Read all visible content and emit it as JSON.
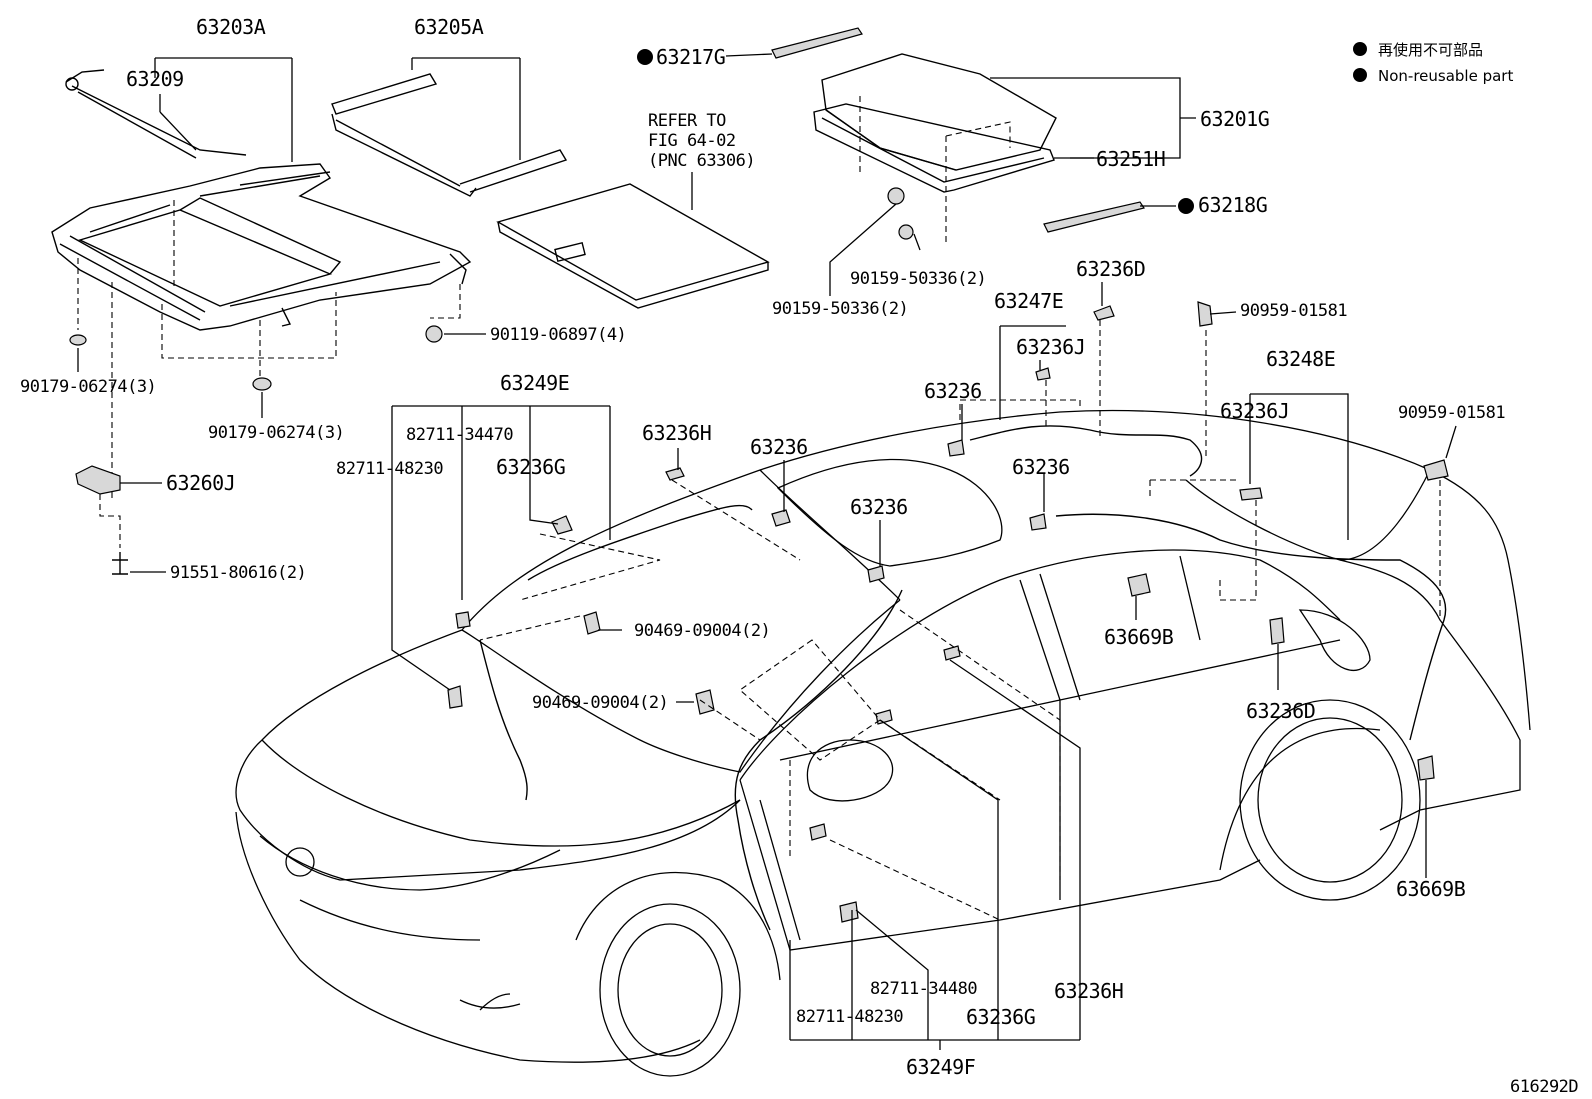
{
  "legend": {
    "line1": "再使用不可部品",
    "line2": "Non-reusable part"
  },
  "figure_id": "616292D",
  "refer": {
    "line1": "REFER TO",
    "line2": "FIG 64-02",
    "line3": "(PNC 63306)"
  },
  "labels": {
    "p63203A": "63203A",
    "p63209": "63209",
    "p63205A": "63205A",
    "p63217G": "63217G",
    "p63201G": "63201G",
    "p63251H": "63251H",
    "p63218G": "63218G",
    "p90159a": "90159-50336(2)",
    "p90159b": "90159-50336(2)",
    "p90119": "90119-06897(4)",
    "p90179a": "90179-06274(3)",
    "p90179b": "90179-06274(3)",
    "p63260J": "63260J",
    "p91551": "91551-80616(2)",
    "p63249E": "63249E",
    "p82711_34470": "82711-34470",
    "p82711_48230a": "82711-48230",
    "p63236G_a": "63236G",
    "p63236H_a": "63236H",
    "p63236_a": "63236",
    "p63236_b": "63236",
    "p63236_c": "63236",
    "p63236_d": "63236",
    "p63247E": "63247E",
    "p63236D_a": "63236D",
    "p63236J_a": "63236J",
    "p90959a": "90959-01581",
    "p63248E": "63248E",
    "p63236J_b": "63236J",
    "p90959b": "90959-01581",
    "p90469a": "90469-09004(2)",
    "p90469b": "90469-09004(2)",
    "p63669B_a": "63669B",
    "p63236D_b": "63236D",
    "p63669B_b": "63669B",
    "p82711_34480": "82711-34480",
    "p82711_48230b": "82711-48230",
    "p63236G_b": "63236G",
    "p63236H_b": "63236H",
    "p63249F": "63249F"
  },
  "icons": {
    "non_reusable": "filled-circle-icon"
  }
}
